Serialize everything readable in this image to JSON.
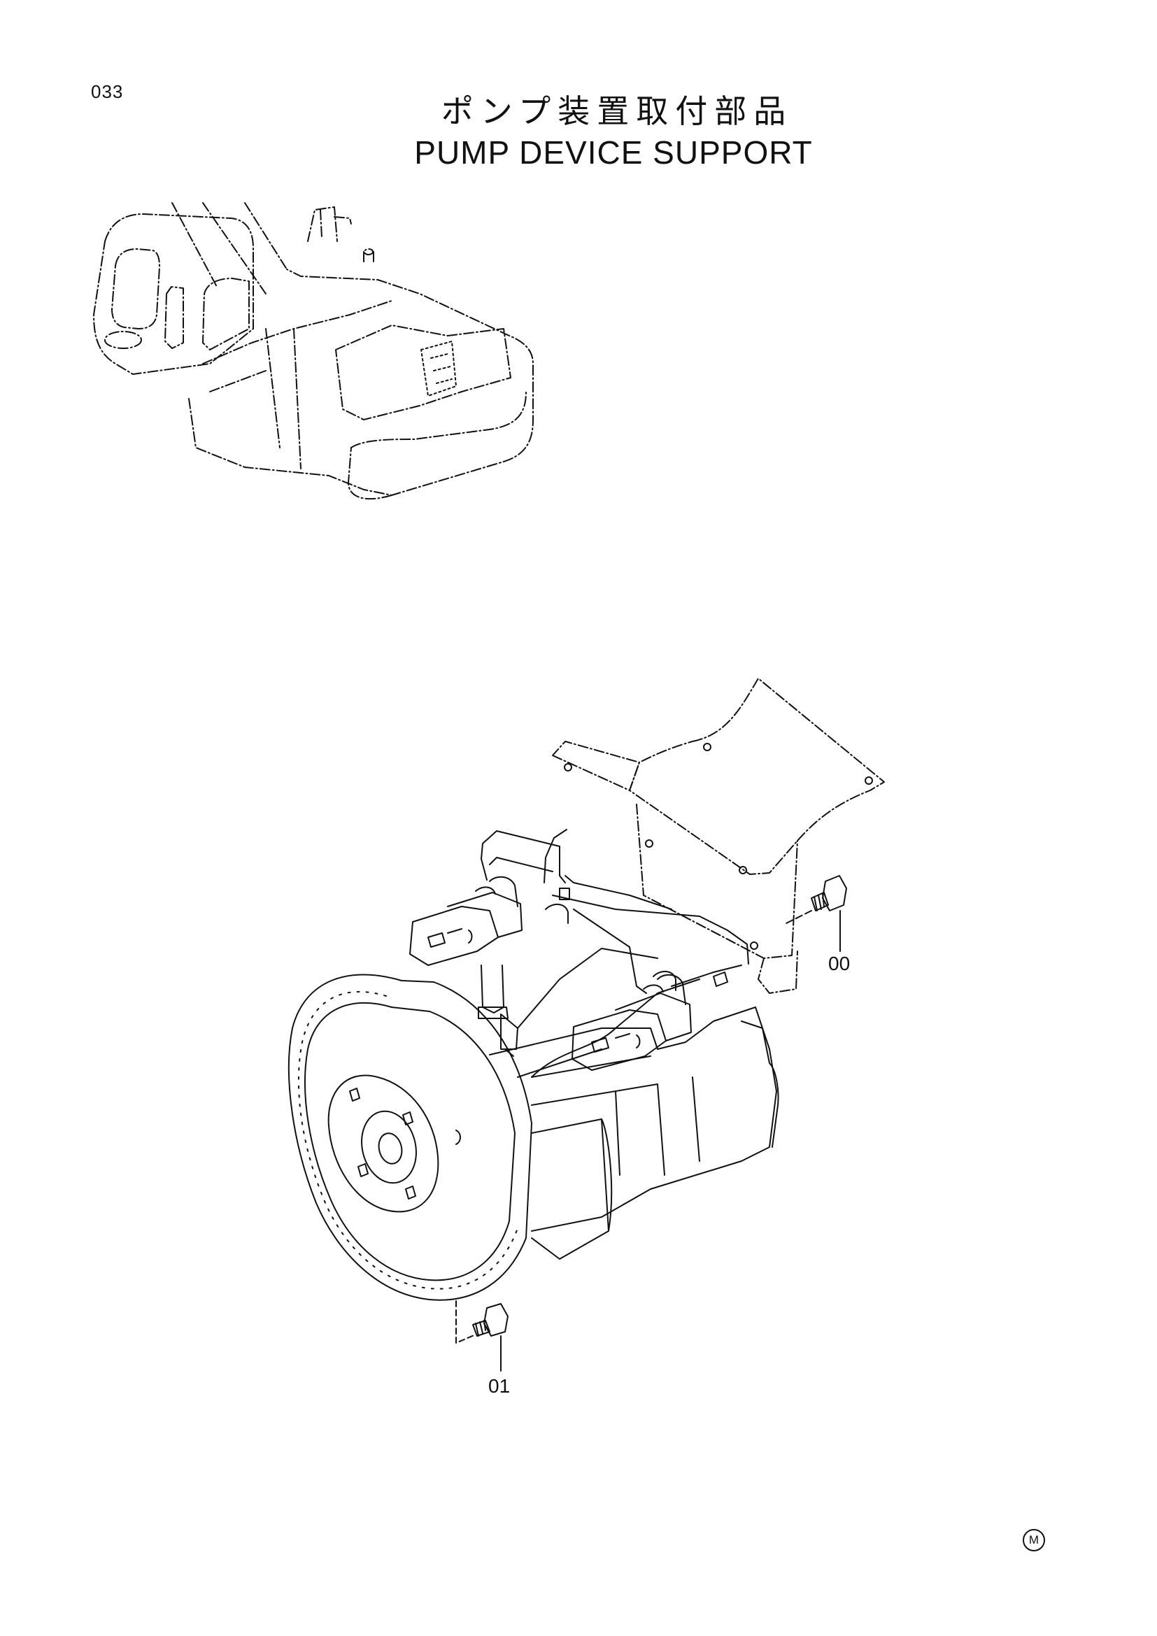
{
  "page": {
    "number": "033"
  },
  "title": {
    "japanese": "ポンプ装置取付部品",
    "english": "PUMP DEVICE SUPPORT"
  },
  "callouts": [
    {
      "id": "bolt-upper",
      "label": "00"
    },
    {
      "id": "bolt-lower",
      "label": "01"
    }
  ],
  "corner_mark": "M",
  "colors": {
    "ink": "#111111",
    "paper": "#ffffff"
  }
}
